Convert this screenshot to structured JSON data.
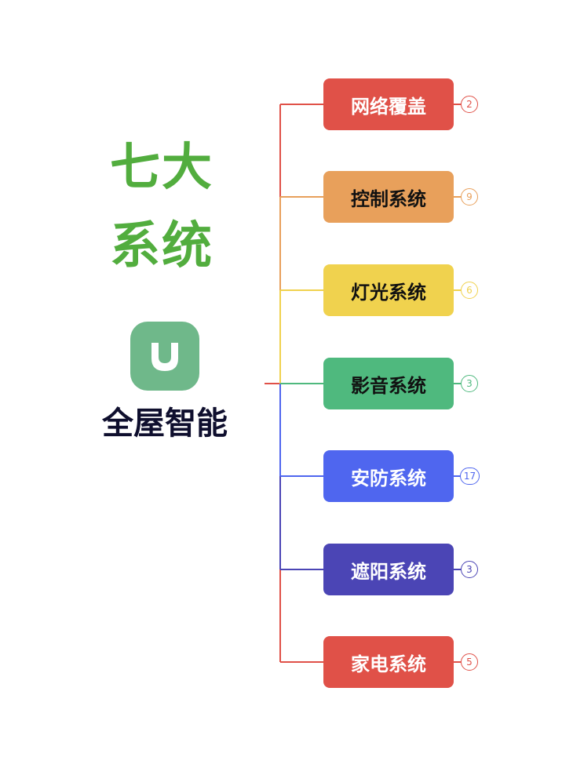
{
  "title": {
    "line1": "七大",
    "line2": "系统",
    "color": "#52ad3e"
  },
  "logo": {
    "icon": "mi-home-icon",
    "bg_color": "#6fb88a"
  },
  "subtitle": {
    "text": "全屋智能",
    "color": "#0f0f2e"
  },
  "branches": [
    {
      "label": "网络覆盖",
      "count": "2",
      "color": "#e05148",
      "text_color": "#ffffff"
    },
    {
      "label": "控制系统",
      "count": "9",
      "color": "#e8a05b",
      "text_color": "#111111"
    },
    {
      "label": "灯光系统",
      "count": "6",
      "color": "#f0d24e",
      "text_color": "#111111"
    },
    {
      "label": "影音系统",
      "count": "3",
      "color": "#4fb97e",
      "text_color": "#111111"
    },
    {
      "label": "安防系统",
      "count": "17",
      "color": "#4f66ef",
      "text_color": "#ffffff"
    },
    {
      "label": "遮阳系统",
      "count": "3",
      "color": "#4b45b5",
      "text_color": "#ffffff"
    },
    {
      "label": "家电系统",
      "count": "5",
      "color": "#e05148",
      "text_color": "#ffffff"
    }
  ]
}
